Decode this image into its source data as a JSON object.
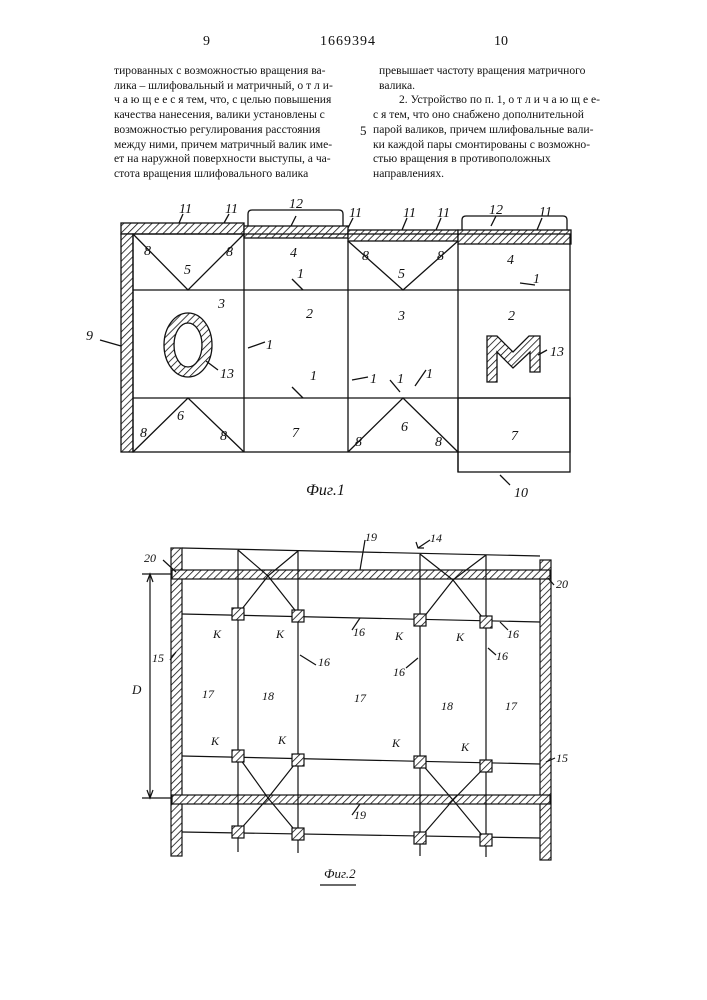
{
  "page": {
    "left_number": "9",
    "patent_number": "1669394",
    "right_number": "10",
    "line_marker": "5"
  },
  "left_column": [
    "тированных с возможностью вращения ва-",
    "лика – шлифовальный и матричный, о т л и-",
    "ч а ю щ е е с я тем, что, с целью повышения",
    "качества нанесения, валики установлены с",
    "возможностью регулирования расстояния",
    "между ними, причем матричный валик име-",
    "ет на наружной поверхности выступы, а ча-",
    "стота вращения шлифовального валика"
  ],
  "right_column": {
    "para1": [
      "превышает частоту вращения матричного",
      "валика."
    ],
    "para2": [
      "2. Устройство по п. 1, о т л и ч а ю щ е е-",
      "с я тем, что оно снабжено дополнительной",
      "парой валиков, причем шлифовальные вали-",
      "ки каждой пары смонтированы с возможно-",
      "стью вращения в противоположных",
      "направлениях."
    ]
  },
  "fig1": {
    "caption": "Фиг.1",
    "glyph_left": "O",
    "glyph_right": "M",
    "labels": {
      "l1": "1",
      "l2": "2",
      "l3": "3",
      "l4": "4",
      "l5": "5",
      "l6": "6",
      "l7": "7",
      "l8": "8",
      "l9": "9",
      "l10": "10",
      "l11": "11",
      "l12": "12",
      "l13": "13"
    }
  },
  "fig2": {
    "caption": "Фиг.2",
    "labels": {
      "l14": "14",
      "l15": "15",
      "l16": "16",
      "l17": "17",
      "l18": "18",
      "l19": "19",
      "l20": "20",
      "k": "К",
      "d": "D"
    }
  }
}
